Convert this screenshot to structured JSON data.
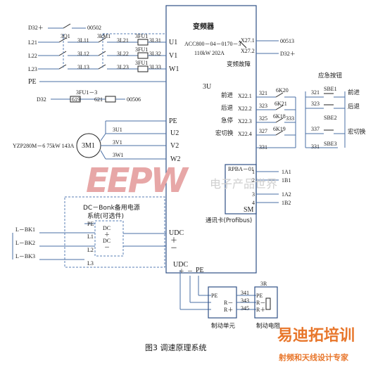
{
  "inverter": {
    "title": "变频器",
    "model": "ACC800－04－0170－3",
    "rating": "110kW 202A",
    "fault": "变频故障",
    "mid_label": "3U",
    "io": [
      {
        "term": "X22.1",
        "name": "前进",
        "wire": "321",
        "relay": "6K20"
      },
      {
        "term": "X22.2",
        "name": "后退",
        "wire": "323",
        "relay": "6K21"
      },
      {
        "term": "X22.3",
        "name": "急停",
        "wire": "325",
        "relay": "6K18",
        "extra": "333"
      },
      {
        "term": "X22.4",
        "name": "宏切换",
        "wire": "327",
        "relay": "6K19"
      }
    ],
    "com_wire": "331",
    "fault_terms": [
      "X27.1",
      "X27.2"
    ],
    "fault_wires": [
      "00513",
      "D32＋"
    ],
    "pe": "PE",
    "u2": "U2",
    "v2": "V2",
    "w2": "W2",
    "udc": "UDC",
    "udc_plus": "＋",
    "udc_minus": "－",
    "sm": "SM",
    "comm_card": "通讯卡(Profibus)",
    "rpba": "RPBA－01",
    "rpba_pins": [
      "1",
      "2",
      "3",
      "4"
    ],
    "rpba_links": [
      "1A1",
      "1B1",
      "1A2",
      "1B2"
    ]
  },
  "inputs": {
    "d32_top": "D32＋",
    "w00502": "00502",
    "lines": [
      "L21",
      "L22",
      "L23"
    ],
    "q_label": "3Q1",
    "km_label": "3kM1",
    "fu_label": "3FU1",
    "l1": [
      "3L11",
      "3L12",
      "3L13"
    ],
    "l2": [
      "3L21",
      "3L22",
      "3L23"
    ],
    "l3": [
      "3L31",
      "3L32",
      "3L33"
    ],
    "phase": [
      "U1",
      "V1",
      "W1"
    ],
    "pe": "PE"
  },
  "fuse_circuit": {
    "d32": "D32",
    "fuse": "3FU1－3",
    "w619": "619",
    "w621": "621",
    "w00506": "00506"
  },
  "motor": {
    "label": "3M1",
    "model": "YZP280M－6 75kW 143A",
    "pe": "PE",
    "wires": [
      "3U1",
      "3V1",
      "3W1"
    ]
  },
  "backup": {
    "title_line1": "DC－Bonk备用电源",
    "title_line2": "系统(可选件)",
    "lines": [
      "L－BK1",
      "L－BK2",
      "L－BK3"
    ],
    "terms": [
      "L1",
      "L2",
      "L3"
    ],
    "pe": "PE",
    "dc": "DC",
    "plus": "＋",
    "minus": "－"
  },
  "emergency": {
    "title": "应急按钮",
    "buttons": [
      {
        "wire": "321",
        "sb": "SBE1",
        "name": "前进"
      },
      {
        "wire": "323",
        "sb": "SBE2",
        "name": "后退"
      },
      {
        "wire": "337",
        "sb": "SBE3",
        "name": "宏切换"
      }
    ],
    "com": "331"
  },
  "brake": {
    "udc": "UDC",
    "plus": "＋",
    "minus": "－",
    "pe": "PE",
    "unit_terms": [
      "PE",
      "R－",
      "R＋"
    ],
    "wires": [
      "341",
      "343",
      "345"
    ],
    "res_label": "3R",
    "res_terms": [
      "PE",
      "R－",
      "R＋"
    ],
    "unit_name": "制动单元",
    "res_name": "制动电阻"
  },
  "caption": "图3 调速原理系统",
  "watermark": {
    "brand": "EEPW",
    "cn": "电子产品世界",
    "site": "易迪拓培训",
    "slogan": "射频和天线设计专家"
  }
}
